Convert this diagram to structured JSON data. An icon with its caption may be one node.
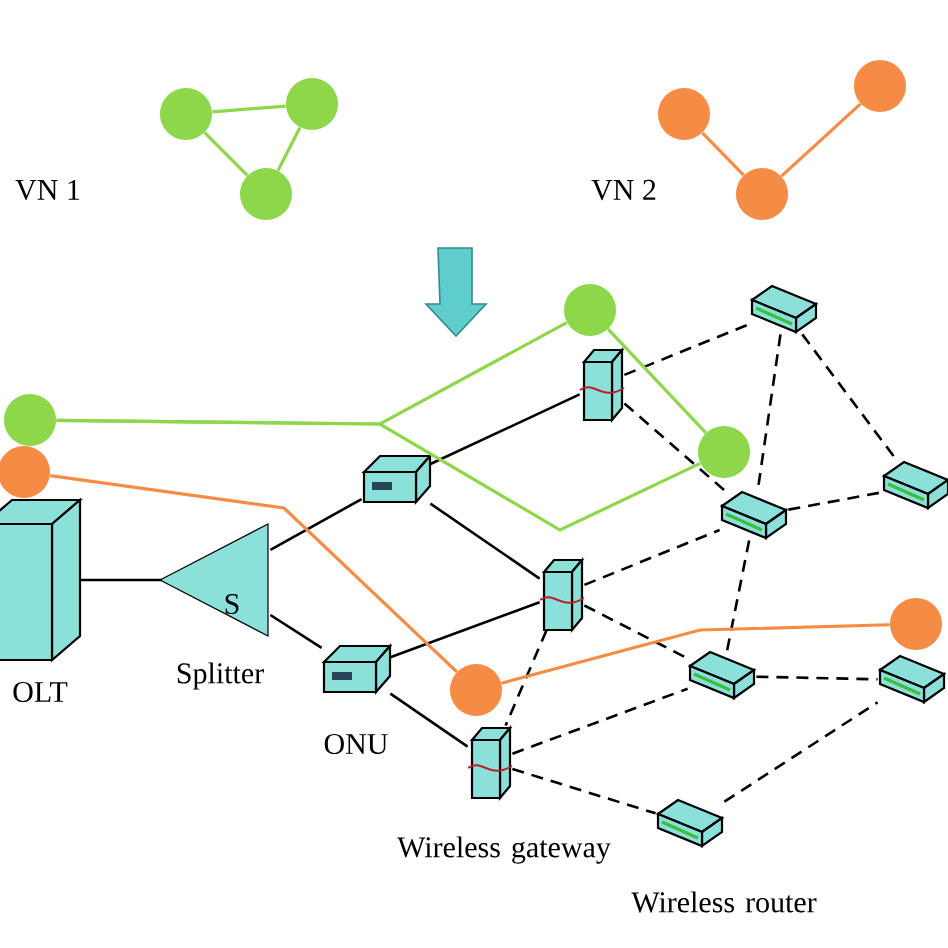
{
  "diagram": {
    "nodes": [
      {
        "text": [],
        "shape": "circle"
      },
      {
        "text": [],
        "shape": "circle"
      },
      {
        "text": [],
        "shape": "circle"
      },
      {
        "text": [],
        "shape": "circle"
      },
      {
        "text": [],
        "shape": "circle"
      },
      {
        "text": [],
        "shape": "circle"
      },
      {
        "text": [
          "OLT"
        ]
      },
      {
        "text": [
          "S",
          "Splitter"
        ]
      },
      {
        "text": [],
        "shape": "box"
      },
      {
        "text": [
          "ONU"
        ]
      },
      {
        "text": [],
        "shape": "box"
      },
      {
        "text": [],
        "shape": "box"
      },
      {
        "text": [
          "Wireless gateway"
        ]
      },
      {
        "text": [],
        "shape": "box"
      },
      {
        "text": [],
        "shape": "box"
      },
      {
        "text": [],
        "shape": "box"
      },
      {
        "text": [],
        "shape": "box"
      },
      {
        "text": [],
        "shape": "box"
      },
      {
        "text": [
          "Wireless router"
        ]
      },
      {
        "text": [],
        "shape": "circle"
      },
      {
        "text": [],
        "shape": "circle"
      },
      {
        "text": [],
        "shape": "circle"
      },
      {
        "text": [],
        "shape": "circle"
      },
      {
        "text": [],
        "shape": "circle"
      },
      {
        "text": [],
        "shape": "circle"
      }
    ],
    "edges": [
      {
        "from": 0,
        "to": 1,
        "arrow": "none",
        "color": "#8ed64a"
      },
      {
        "from": 1,
        "to": 2,
        "arrow": "none",
        "color": "#8ed64a"
      },
      {
        "from": 0,
        "to": 2,
        "arrow": "none",
        "color": "#8ed64a"
      },
      {
        "from": 3,
        "to": 5,
        "arrow": "none",
        "color": "#f58c45"
      },
      {
        "from": 5,
        "to": 4,
        "arrow": "none",
        "color": "#f58c45"
      },
      {
        "from": 6,
        "to": 7,
        "arrow": "none"
      },
      {
        "from": 7,
        "to": 8,
        "arrow": "none"
      },
      {
        "from": 7,
        "to": 9,
        "arrow": "none"
      },
      {
        "from": 8,
        "to": 10,
        "arrow": "none"
      },
      {
        "from": 8,
        "to": 11,
        "arrow": "none"
      },
      {
        "from": 9,
        "to": 11,
        "arrow": "none"
      },
      {
        "from": 9,
        "to": 12,
        "arrow": "none"
      },
      {
        "from": 10,
        "to": 13,
        "arrow": "none",
        "style": "dashed"
      },
      {
        "from": 10,
        "to": 14,
        "arrow": "none",
        "style": "dashed"
      },
      {
        "from": 13,
        "to": 14,
        "arrow": "none",
        "style": "dashed"
      },
      {
        "from": 13,
        "to": 15,
        "arrow": "none",
        "style": "dashed"
      },
      {
        "from": 14,
        "to": 15,
        "arrow": "none",
        "style": "dashed"
      },
      {
        "from": 11,
        "to": 14,
        "arrow": "none",
        "style": "dashed"
      },
      {
        "from": 11,
        "to": 16,
        "arrow": "none",
        "style": "dashed"
      },
      {
        "from": 11,
        "to": 12,
        "arrow": "none",
        "style": "dashed"
      },
      {
        "from": 12,
        "to": 16,
        "arrow": "none",
        "style": "dashed"
      },
      {
        "from": 12,
        "to": 18,
        "arrow": "none",
        "style": "dashed"
      },
      {
        "from": 14,
        "to": 16,
        "arrow": "none",
        "style": "dashed"
      },
      {
        "from": 16,
        "to": 17,
        "arrow": "none",
        "style": "dashed"
      },
      {
        "from": 18,
        "to": 17,
        "arrow": "none",
        "style": "dashed"
      },
      {
        "from": 19,
        "to": 20,
        "arrow": "none",
        "color": "#8ed64a"
      },
      {
        "from": 19,
        "to": 21,
        "arrow": "none",
        "color": "#8ed64a"
      },
      {
        "from": 20,
        "to": 21,
        "arrow": "none",
        "color": "#8ed64a"
      },
      {
        "from": 22,
        "to": 23,
        "arrow": "none",
        "color": "#f58c45"
      },
      {
        "from": 23,
        "to": 24,
        "arrow": "none",
        "color": "#f58c45"
      }
    ],
    "labels": [
      "VN 1",
      "VN 2"
    ]
  }
}
